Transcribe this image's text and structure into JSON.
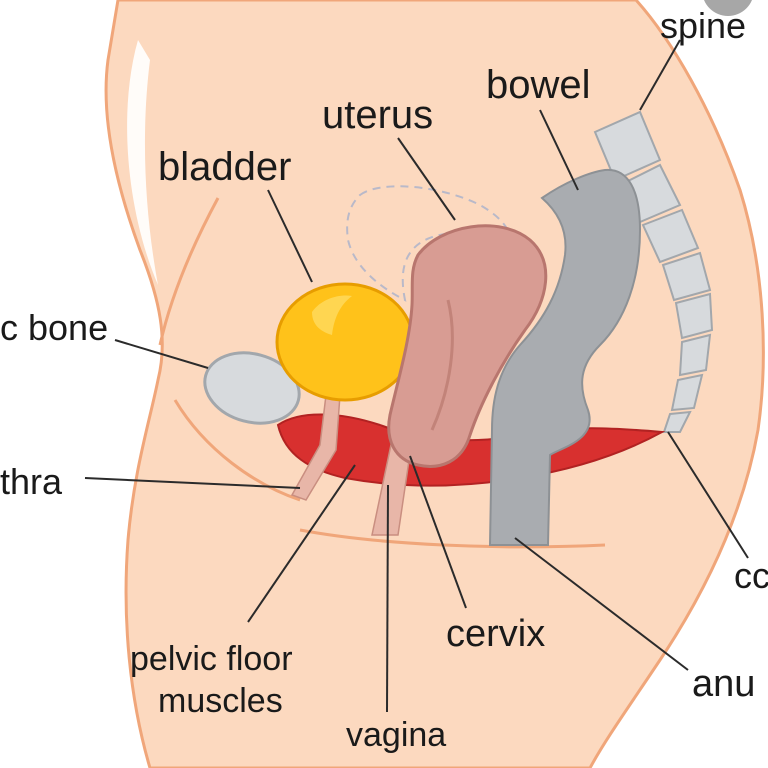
{
  "labels": {
    "spine": "spine",
    "bowel": "bowel",
    "uterus": "uterus",
    "bladder": "bladder",
    "pubic_bone": "c bone",
    "urethra": "thra",
    "pelvic_floor_line1": "pelvic floor",
    "pelvic_floor_line2": "muscles",
    "vagina": "vagina",
    "cervix": "cervix",
    "coccyx": "cc",
    "anus": "anu"
  },
  "colors": {
    "skin": "#fcd9bf",
    "skin_outline": "#f0a67a",
    "bladder": "#ffc21a",
    "bladder_outline": "#e79d00",
    "uterus": "#d89c93",
    "uterus_outline": "#b8766e",
    "bowel": "#a9acb0",
    "muscle": "#d8302f",
    "bone": "#d7dadd",
    "bone_outline": "#a2a7ac",
    "text": "#1a1a1a"
  }
}
